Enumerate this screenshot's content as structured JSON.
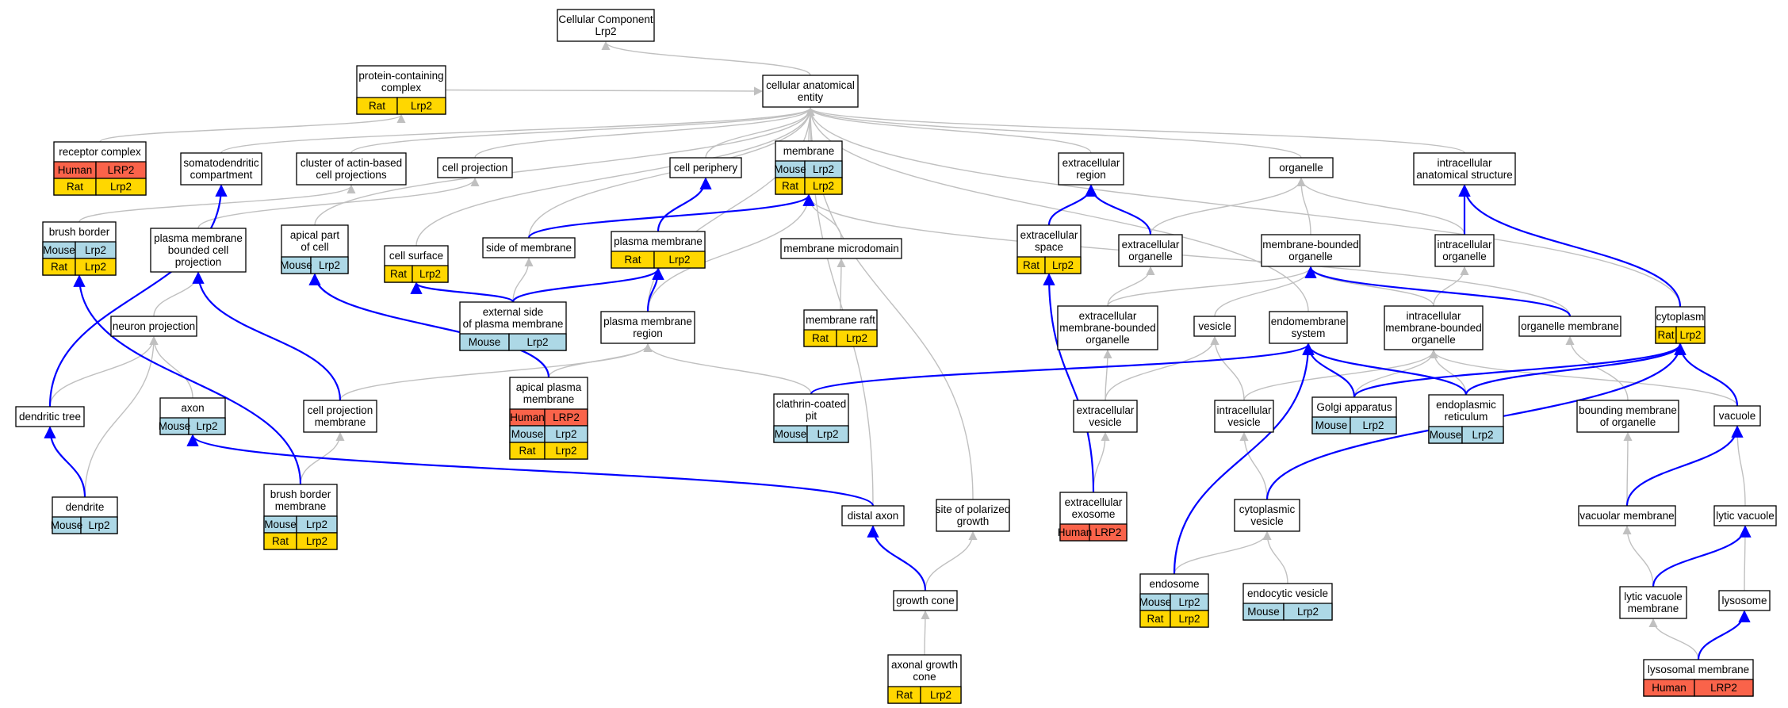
{
  "colors": {
    "human": "#fa634a",
    "mouse": "#add8e6",
    "rat": "#ffd700",
    "gray_edge": "#c0c0c0",
    "blue_edge": "#0000ff"
  },
  "nodes": [
    {
      "id": "cc",
      "lines": [
        "Cellular Component",
        "Lrp2"
      ]
    },
    {
      "id": "pcc",
      "lines": [
        "protein-containing",
        "complex"
      ],
      "rows": [
        [
          "Rat",
          "Lrp2"
        ]
      ]
    },
    {
      "id": "cae",
      "lines": [
        "cellular anatomical",
        "entity"
      ]
    },
    {
      "id": "rc",
      "lines": [
        "receptor complex"
      ],
      "rows": [
        [
          "Human",
          "LRP2"
        ],
        [
          "Rat",
          "Lrp2"
        ]
      ]
    },
    {
      "id": "sdc",
      "lines": [
        "somatodendritic",
        "compartment"
      ]
    },
    {
      "id": "cabp",
      "lines": [
        "cluster of actin-based",
        "cell projections"
      ]
    },
    {
      "id": "cp",
      "lines": [
        "cell projection"
      ]
    },
    {
      "id": "cper",
      "lines": [
        "cell periphery"
      ]
    },
    {
      "id": "mem",
      "lines": [
        "membrane"
      ],
      "rows": [
        [
          "Mouse",
          "Lrp2"
        ],
        [
          "Rat",
          "Lrp2"
        ]
      ]
    },
    {
      "id": "er",
      "lines": [
        "extracellular",
        "region"
      ]
    },
    {
      "id": "org",
      "lines": [
        "organelle"
      ]
    },
    {
      "id": "ias",
      "lines": [
        "intracellular",
        "anatomical structure"
      ]
    },
    {
      "id": "bb",
      "lines": [
        "brush border"
      ],
      "rows": [
        [
          "Mouse",
          "Lrp2"
        ],
        [
          "Rat",
          "Lrp2"
        ]
      ]
    },
    {
      "id": "pmbcp",
      "lines": [
        "plasma membrane",
        "bounded cell",
        "projection"
      ]
    },
    {
      "id": "apc",
      "lines": [
        "apical part",
        "of cell"
      ],
      "rows": [
        [
          "Mouse",
          "Lrp2"
        ]
      ]
    },
    {
      "id": "cs",
      "lines": [
        "cell surface"
      ],
      "rows": [
        [
          "Rat",
          "Lrp2"
        ]
      ]
    },
    {
      "id": "som",
      "lines": [
        "side of membrane"
      ]
    },
    {
      "id": "pm",
      "lines": [
        "plasma membrane"
      ],
      "rows": [
        [
          "Rat",
          "Lrp2"
        ]
      ]
    },
    {
      "id": "mmd",
      "lines": [
        "membrane microdomain"
      ]
    },
    {
      "id": "es",
      "lines": [
        "extracellular",
        "space"
      ],
      "rows": [
        [
          "Rat",
          "Lrp2"
        ]
      ]
    },
    {
      "id": "eo",
      "lines": [
        "extracellular",
        "organelle"
      ]
    },
    {
      "id": "mbo",
      "lines": [
        "membrane-bounded",
        "organelle"
      ]
    },
    {
      "id": "io",
      "lines": [
        "intracellular",
        "organelle"
      ]
    },
    {
      "id": "espm",
      "lines": [
        "external side",
        "of plasma membrane"
      ],
      "rows": [
        [
          "Mouse",
          "Lrp2"
        ]
      ]
    },
    {
      "id": "pmr",
      "lines": [
        "plasma membrane",
        "region"
      ]
    },
    {
      "id": "mr",
      "lines": [
        "membrane raft"
      ],
      "rows": [
        [
          "Rat",
          "Lrp2"
        ]
      ]
    },
    {
      "id": "np",
      "lines": [
        "neuron projection"
      ]
    },
    {
      "id": "embo",
      "lines": [
        "extracellular",
        "membrane-bounded",
        "organelle"
      ]
    },
    {
      "id": "ves",
      "lines": [
        "vesicle"
      ]
    },
    {
      "id": "ems",
      "lines": [
        "endomembrane",
        "system"
      ]
    },
    {
      "id": "imbo",
      "lines": [
        "intracellular",
        "membrane-bounded",
        "organelle"
      ]
    },
    {
      "id": "om",
      "lines": [
        "organelle membrane"
      ]
    },
    {
      "id": "cyt",
      "lines": [
        "cytoplasm"
      ],
      "rows": [
        [
          "Rat",
          "Lrp2"
        ]
      ]
    },
    {
      "id": "apm",
      "lines": [
        "apical plasma",
        "membrane"
      ],
      "rows": [
        [
          "Human",
          "LRP2"
        ],
        [
          "Mouse",
          "Lrp2"
        ],
        [
          "Rat",
          "Lrp2"
        ]
      ]
    },
    {
      "id": "dt",
      "lines": [
        "dendritic tree"
      ]
    },
    {
      "id": "axon",
      "lines": [
        "axon"
      ],
      "rows": [
        [
          "Mouse",
          "Lrp2"
        ]
      ]
    },
    {
      "id": "cpm",
      "lines": [
        "cell projection",
        "membrane"
      ]
    },
    {
      "id": "ccp",
      "lines": [
        "clathrin-coated",
        "pit"
      ],
      "rows": [
        [
          "Mouse",
          "Lrp2"
        ]
      ]
    },
    {
      "id": "ev",
      "lines": [
        "extracellular",
        "vesicle"
      ]
    },
    {
      "id": "iv",
      "lines": [
        "intracellular",
        "vesicle"
      ]
    },
    {
      "id": "ga",
      "lines": [
        "Golgi apparatus"
      ],
      "rows": [
        [
          "Mouse",
          "Lrp2"
        ]
      ]
    },
    {
      "id": "erc",
      "lines": [
        "endoplasmic",
        "reticulum"
      ],
      "rows": [
        [
          "Mouse",
          "Lrp2"
        ]
      ]
    },
    {
      "id": "bmo",
      "lines": [
        "bounding membrane",
        "of organelle"
      ]
    },
    {
      "id": "vac",
      "lines": [
        "vacuole"
      ]
    },
    {
      "id": "den",
      "lines": [
        "dendrite"
      ],
      "rows": [
        [
          "Mouse",
          "Lrp2"
        ]
      ]
    },
    {
      "id": "bbm",
      "lines": [
        "brush border",
        "membrane"
      ],
      "rows": [
        [
          "Mouse",
          "Lrp2"
        ],
        [
          "Rat",
          "Lrp2"
        ]
      ]
    },
    {
      "id": "da",
      "lines": [
        "distal axon"
      ]
    },
    {
      "id": "spg",
      "lines": [
        "site of polarized",
        "growth"
      ]
    },
    {
      "id": "exo",
      "lines": [
        "extracellular",
        "exosome"
      ],
      "rows": [
        [
          "Human",
          "LRP2"
        ]
      ]
    },
    {
      "id": "cv",
      "lines": [
        "cytoplasmic",
        "vesicle"
      ]
    },
    {
      "id": "vm",
      "lines": [
        "vacuolar membrane"
      ]
    },
    {
      "id": "lv",
      "lines": [
        "lytic vacuole"
      ]
    },
    {
      "id": "gc",
      "lines": [
        "growth cone"
      ]
    },
    {
      "id": "endo",
      "lines": [
        "endosome"
      ],
      "rows": [
        [
          "Mouse",
          "Lrp2"
        ],
        [
          "Rat",
          "Lrp2"
        ]
      ]
    },
    {
      "id": "ecv",
      "lines": [
        "endocytic vesicle"
      ],
      "rows": [
        [
          "Mouse",
          "Lrp2"
        ]
      ]
    },
    {
      "id": "lvm",
      "lines": [
        "lytic vacuole",
        "membrane"
      ]
    },
    {
      "id": "lys",
      "lines": [
        "lysosome"
      ]
    },
    {
      "id": "agc",
      "lines": [
        "axonal growth",
        "cone"
      ],
      "rows": [
        [
          "Rat",
          "Lrp2"
        ]
      ]
    },
    {
      "id": "lm",
      "lines": [
        "lysosomal membrane"
      ],
      "rows": [
        [
          "Human",
          "LRP2"
        ]
      ]
    }
  ],
  "edges_gray": [
    [
      "cae",
      "cc"
    ],
    [
      "pcc",
      "cae"
    ],
    [
      "rc",
      "pcc"
    ],
    [
      "sdc",
      "cae"
    ],
    [
      "cabp",
      "cae"
    ],
    [
      "cp",
      "cae"
    ],
    [
      "cper",
      "cae"
    ],
    [
      "mem",
      "cae"
    ],
    [
      "er",
      "cae"
    ],
    [
      "org",
      "cae"
    ],
    [
      "ias",
      "cae"
    ],
    [
      "som",
      "cae"
    ],
    [
      "pmr",
      "cae"
    ],
    [
      "ems",
      "cae"
    ],
    [
      "cyt",
      "cae"
    ],
    [
      "da",
      "cae"
    ],
    [
      "spg",
      "cae"
    ],
    [
      "cs",
      "cae"
    ],
    [
      "apc",
      "cae"
    ],
    [
      "pmbcp",
      "cp"
    ],
    [
      "bb",
      "cabp"
    ],
    [
      "mmd",
      "mem"
    ],
    [
      "pmr",
      "mem"
    ],
    [
      "om",
      "mem"
    ],
    [
      "mr",
      "mmd"
    ],
    [
      "espm",
      "som"
    ],
    [
      "np",
      "pmbcp"
    ],
    [
      "den",
      "np"
    ],
    [
      "dt",
      "np"
    ],
    [
      "axon",
      "np"
    ],
    [
      "apm",
      "pmr"
    ],
    [
      "ccp",
      "pmr"
    ],
    [
      "cpm",
      "pmr"
    ],
    [
      "bbm",
      "cpm"
    ],
    [
      "eo",
      "org"
    ],
    [
      "mbo",
      "org"
    ],
    [
      "io",
      "org"
    ],
    [
      "embo",
      "eo"
    ],
    [
      "embo",
      "mbo"
    ],
    [
      "ves",
      "mbo"
    ],
    [
      "imbo",
      "mbo"
    ],
    [
      "imbo",
      "io"
    ],
    [
      "ev",
      "embo"
    ],
    [
      "ev",
      "ves"
    ],
    [
      "exo",
      "ev"
    ],
    [
      "iv",
      "ves"
    ],
    [
      "cv",
      "iv"
    ],
    [
      "endo",
      "cv"
    ],
    [
      "ecv",
      "cv"
    ],
    [
      "ga",
      "imbo"
    ],
    [
      "erc",
      "imbo"
    ],
    [
      "iv",
      "imbo"
    ],
    [
      "vac",
      "imbo"
    ],
    [
      "bmo",
      "om"
    ],
    [
      "vm",
      "bmo"
    ],
    [
      "lvm",
      "vm"
    ],
    [
      "lv",
      "vac"
    ],
    [
      "lys",
      "lv"
    ],
    [
      "lm",
      "lvm"
    ],
    [
      "gc",
      "da"
    ],
    [
      "gc",
      "spg"
    ],
    [
      "agc",
      "gc"
    ]
  ],
  "edges_blue": [
    [
      "dt",
      "sdc"
    ],
    [
      "den",
      "dt"
    ],
    [
      "bbm",
      "bb"
    ],
    [
      "cpm",
      "pmbcp"
    ],
    [
      "apm",
      "apc"
    ],
    [
      "espm",
      "cs"
    ],
    [
      "espm",
      "pm"
    ],
    [
      "pmr",
      "pm"
    ],
    [
      "pm",
      "cper"
    ],
    [
      "som",
      "mem"
    ],
    [
      "da",
      "axon"
    ],
    [
      "gc",
      "da"
    ],
    [
      "es",
      "er"
    ],
    [
      "eo",
      "er"
    ],
    [
      "exo",
      "es"
    ],
    [
      "io",
      "ias"
    ],
    [
      "cyt",
      "ias"
    ],
    [
      "om",
      "mbo"
    ],
    [
      "ccp",
      "ems"
    ],
    [
      "ga",
      "ems"
    ],
    [
      "erc",
      "ems"
    ],
    [
      "endo",
      "ems"
    ],
    [
      "ga",
      "cyt"
    ],
    [
      "erc",
      "cyt"
    ],
    [
      "cv",
      "cyt"
    ],
    [
      "vac",
      "cyt"
    ],
    [
      "vm",
      "vac"
    ],
    [
      "lvm",
      "lv"
    ],
    [
      "lm",
      "lys"
    ]
  ]
}
